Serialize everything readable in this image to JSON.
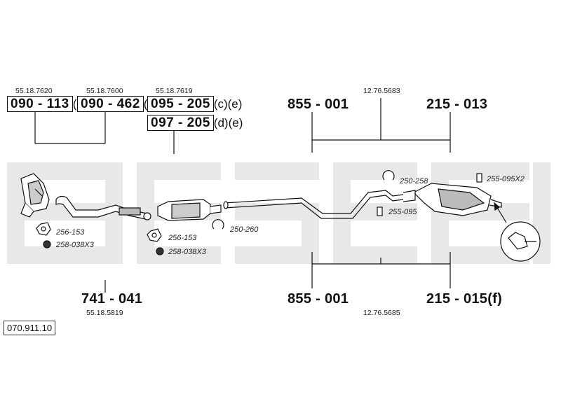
{
  "document_number": "070.911.10",
  "top_left_group": [
    {
      "ref": "55.18.7620",
      "code": "090 - 113",
      "suffix": "(a)"
    },
    {
      "ref": "55.18.7600",
      "code": "090 - 462",
      "suffix": "(b)"
    },
    {
      "ref": "55.18.7619",
      "code": "095 - 205",
      "suffix": "(c)(e)"
    },
    {
      "ref": "",
      "code": "097 - 205",
      "suffix": "(d)(e)"
    }
  ],
  "top_right_group": {
    "ref": "12.76.5683",
    "left_code": "855 - 001",
    "right_code": "215 - 013"
  },
  "bottom_left_group": {
    "code": "741 - 041",
    "ref": "55.18.5819"
  },
  "bottom_right_group": {
    "ref": "12.76.5685",
    "left_code": "855 - 001",
    "right_code": "215 - 015(f)"
  },
  "fittings": [
    {
      "id": "256-153-a",
      "label": "256-153"
    },
    {
      "id": "258-038x3-a",
      "label": "258-038X3"
    },
    {
      "id": "256-153-b",
      "label": "256-153"
    },
    {
      "id": "258-038x3-b",
      "label": "258-038X3"
    },
    {
      "id": "250-260",
      "label": "250-260"
    },
    {
      "id": "250-258",
      "label": "250-258"
    },
    {
      "id": "255-095",
      "label": "255-095"
    },
    {
      "id": "255-095x2",
      "label": "255-095X2"
    }
  ],
  "colors": {
    "line": "#111111",
    "watermark": "#e6e6e6",
    "box_border": "#111111"
  }
}
